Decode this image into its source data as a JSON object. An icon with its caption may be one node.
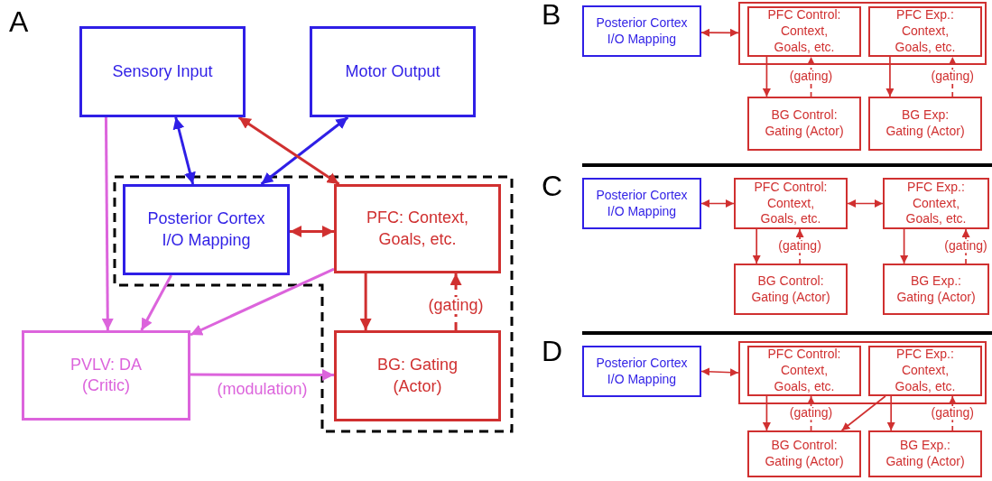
{
  "diagram": {
    "nodes": [
      {
        "text": [
          "Sensory Input"
        ]
      },
      {
        "text": [
          "Motor Output"
        ]
      },
      {
        "text": [
          "Posterior Cortex I/O Mapping"
        ]
      },
      {
        "text": [
          "PFC: Context, Goals, etc."
        ]
      },
      {
        "text": [
          "PVLV: DA (Critic)"
        ]
      },
      {
        "text": [
          "BG: Gating (Actor)"
        ]
      },
      {
        "text": [
          "Posterior Cortex I/O Mapping"
        ]
      },
      {
        "text": [],
        "shape": "box"
      },
      {
        "text": [
          "PFC Control: Context, Goals, etc."
        ],
        "in": 7
      },
      {
        "text": [
          "PFC Exp.: Context, Goals, etc."
        ],
        "in": 7
      },
      {
        "text": [
          "BG Control: Gating (Actor)"
        ]
      },
      {
        "text": [
          "BG Exp: Gating (Actor)"
        ]
      },
      {
        "text": [
          "Posterior Cortex I/O Mapping"
        ]
      },
      {
        "text": [
          "PFC Control: Context, Goals, etc."
        ]
      },
      {
        "text": [
          "PFC Exp.: Context, Goals, etc."
        ]
      },
      {
        "text": [
          "BG Control: Gating (Actor)"
        ]
      },
      {
        "text": [
          "BG Exp.: Gating (Actor)"
        ]
      },
      {
        "text": [
          "Posterior Cortex I/O Mapping"
        ]
      },
      {
        "text": [],
        "shape": "box"
      },
      {
        "text": [
          "PFC Control: Context, Goals, etc."
        ],
        "in": 18
      },
      {
        "text": [
          "PFC Exp.: Context, Goals, etc."
        ],
        "in": 18
      },
      {
        "text": [
          "BG Control: Gating (Actor)"
        ]
      },
      {
        "text": [
          "BG Exp.: Gating (Actor)"
        ]
      }
    ],
    "edges": [
      {
        "from": 0,
        "to": 2,
        "arrow": "both",
        "color": "#2f1fe6"
      },
      {
        "from": 1,
        "to": 2,
        "arrow": "both",
        "color": "#2f1fe6"
      },
      {
        "from": 0,
        "to": 3,
        "arrow": "both",
        "color": "#d03030"
      },
      {
        "from": 2,
        "to": 3,
        "arrow": "both",
        "color": "#d03030"
      },
      {
        "from": 3,
        "to": 5,
        "arrow": "to",
        "color": "#d03030"
      },
      {
        "from": 5,
        "to": 3,
        "arrow": "to",
        "color": "#d03030",
        "style": "dashed",
        "label": "(gating)"
      },
      {
        "from": 0,
        "to": 4,
        "arrow": "to",
        "color": "#dc64dc"
      },
      {
        "from": 2,
        "to": 4,
        "arrow": "to",
        "color": "#dc64dc"
      },
      {
        "from": 3,
        "to": 4,
        "arrow": "to",
        "color": "#dc64dc"
      },
      {
        "from": 4,
        "to": 5,
        "arrow": "to",
        "color": "#dc64dc",
        "label": "(modulation)"
      },
      {
        "from": 6,
        "to": 7,
        "arrow": "both",
        "color": "#d03030"
      },
      {
        "from": 8,
        "to": 10,
        "arrow": "to",
        "color": "#d03030"
      },
      {
        "from": 10,
        "to": 8,
        "arrow": "to",
        "color": "#d03030",
        "style": "dashed",
        "label": "(gating)"
      },
      {
        "from": 9,
        "to": 11,
        "arrow": "to",
        "color": "#d03030"
      },
      {
        "from": 11,
        "to": 9,
        "arrow": "to",
        "color": "#d03030",
        "style": "dashed",
        "label": "(gating)"
      },
      {
        "from": 12,
        "to": 13,
        "arrow": "both",
        "color": "#d03030"
      },
      {
        "from": 13,
        "to": 14,
        "arrow": "both",
        "color": "#d03030"
      },
      {
        "from": 13,
        "to": 15,
        "arrow": "to",
        "color": "#d03030"
      },
      {
        "from": 15,
        "to": 13,
        "arrow": "to",
        "color": "#d03030",
        "style": "dashed",
        "label": "(gating)"
      },
      {
        "from": 14,
        "to": 16,
        "arrow": "to",
        "color": "#d03030"
      },
      {
        "from": 16,
        "to": 14,
        "arrow": "to",
        "color": "#d03030",
        "style": "dashed",
        "label": "(gating)"
      },
      {
        "from": 17,
        "to": 18,
        "arrow": "both",
        "color": "#d03030"
      },
      {
        "from": 19,
        "to": 21,
        "arrow": "to",
        "color": "#d03030"
      },
      {
        "from": 21,
        "to": 19,
        "arrow": "to",
        "color": "#d03030",
        "style": "dashed",
        "label": "(gating)"
      },
      {
        "from": 20,
        "to": 21,
        "arrow": "to",
        "color": "#d03030"
      },
      {
        "from": 20,
        "to": 22,
        "arrow": "to",
        "color": "#d03030"
      },
      {
        "from": 22,
        "to": 20,
        "arrow": "to",
        "color": "#d03030",
        "style": "dashed",
        "label": "(gating)"
      }
    ],
    "labels": [
      "A",
      "B",
      "C",
      "D"
    ]
  }
}
